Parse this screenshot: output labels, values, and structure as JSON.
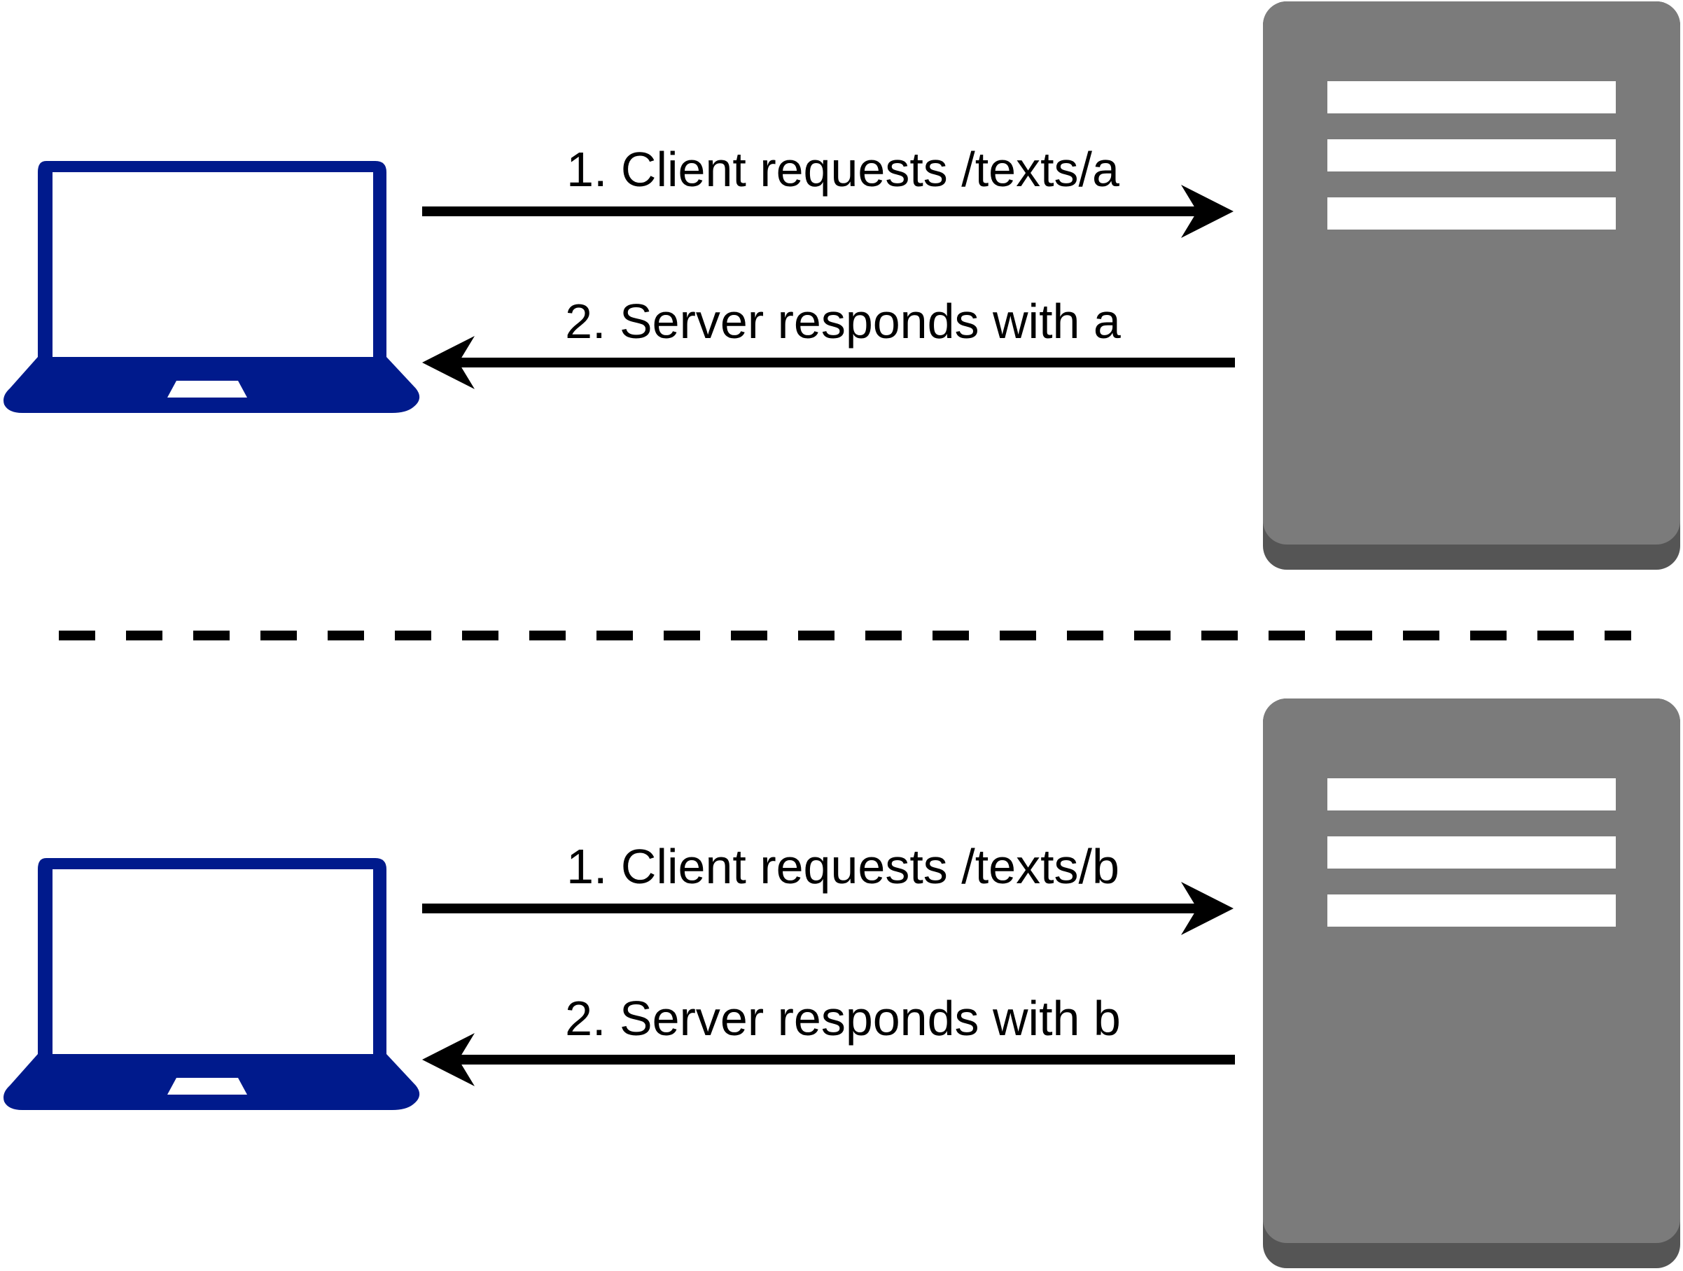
{
  "colors": {
    "laptop": "#001a8c",
    "server_body": "#7b7b7b",
    "server_base": "#555555",
    "server_slot": "#ffffff",
    "arrow": "#000000",
    "divider": "#000000"
  },
  "panels": [
    {
      "request_label": "1. Client requests /texts/a",
      "response_label": "2. Server responds with a",
      "client_icon": "laptop-icon",
      "server_icon": "server-icon"
    },
    {
      "request_label": "1. Client requests /texts/b",
      "response_label": "2. Server responds with b",
      "client_icon": "laptop-icon",
      "server_icon": "server-icon"
    }
  ]
}
